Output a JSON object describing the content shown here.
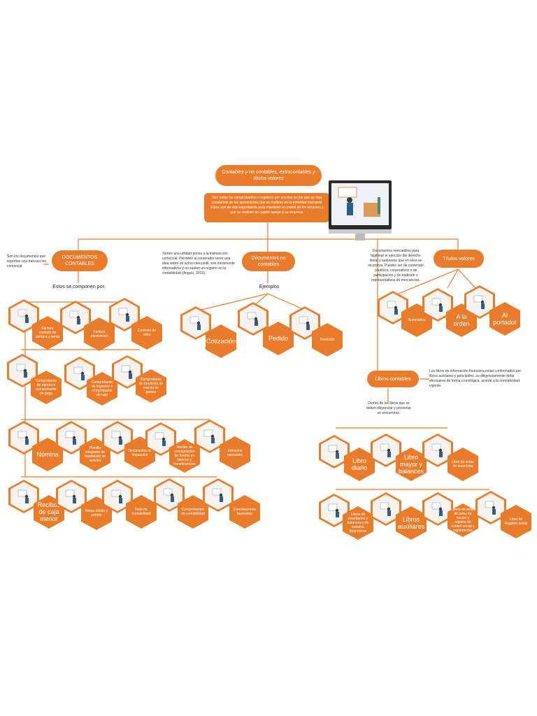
{
  "title": "Contables y no contables, extracontables y títulos valores",
  "intro": "Son todos los comprobantes o registros por escritos en los que se deja constancia de las operaciones que se realizan en la actividad mercantil. Estos son de vital importancia para mantener el control de los recursos y que se realicen en cuanto apego a su empresa.",
  "branches": {
    "contables": {
      "label": "DOCUMENTOS CONTABLES",
      "side_note": "Son los documentos que soportan una transacción comercial",
      "sub": "Estos se componen por:",
      "items": [
        "Factura contado de compra y venta",
        "Factura electrónica",
        "Contrato de obra",
        "Comprobante de egreso o comprobante de pago",
        "Comprobante de ingresos o comprobante de caja",
        "Comprobante de rendición de cuenta de gastos",
        "Nómina",
        "Planilla integrada de liquidación de aportes",
        "Declaración de impuestos",
        "Recibo de consignación de fondos en bancos y transferencias",
        "Extractos bancarios",
        "Recibos de caja menor",
        "Notas débito y crédito",
        "Nota de contabilidad",
        "Comprobantes de contabilidad",
        "Conciliaciones bancarias"
      ]
    },
    "no_contables": {
      "label": "Documentos no contables",
      "note": "Tienen una utilidad previa a la transacción comercial. Permiten al comprador tener una idea sobre un activo mercantil, son meramente informativos y no suelen un registro en la contabilidad (Angulo, 2015).",
      "sub": "Ejemplos",
      "items": [
        "Cotización",
        "Pedido",
        "Remisión"
      ]
    },
    "titulos": {
      "label": "Títulos valores",
      "note": "Documentos mercantiles para legitimar el ejercicio del derecho literal y autónomo que en ellos se incorpora. Pueden ser de contenido crediticio, corporativos o de participación y de tradición o representativos de mercancías.",
      "items": [
        "Nominativo",
        "A la orden",
        "Al portador"
      ]
    },
    "libros": {
      "label": "Libros contables",
      "note": "Los libros de información financiera están conformados por libros auxiliares y principales, su diligenciamiento debe efectuarse de forma cronológica, acorde a la normatividad vigente.",
      "sub": "Dentro de los libros que se deben diligenciar y presentar se encuentran.",
      "items": [
        "Libro diario",
        "Libro mayor y balances",
        "Libro de actas de asamblea",
        "Libros de inventarios y balances y de estados financieros",
        "Libros auxiliares",
        "Libros de actas de junta de socios y registro de control social y reglamentos",
        "Libro de Registro social"
      ]
    }
  },
  "colors": {
    "accent": "#e87c2b",
    "line": "#e87c2b",
    "hex_bg": "#f6f3ee"
  }
}
